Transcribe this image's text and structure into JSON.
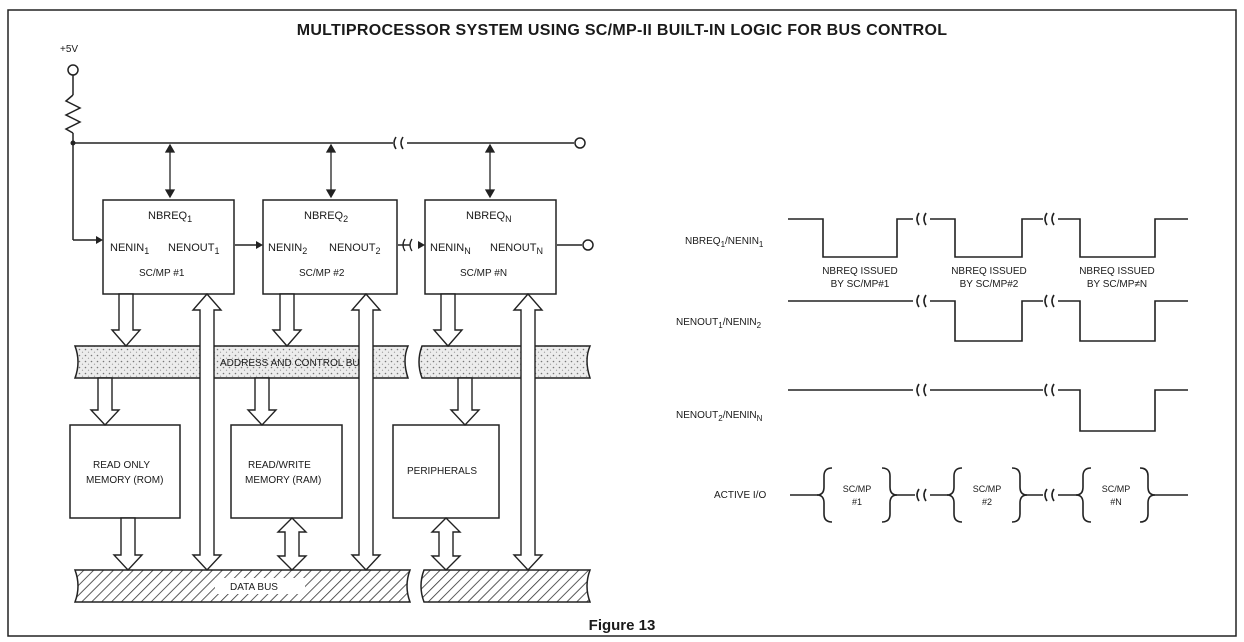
{
  "title": "MULTIPROCESSOR SYSTEM USING SC/MP-II BUILT-IN LOGIC FOR BUS CONTROL",
  "caption": "Figure 13",
  "supply": "+5V",
  "processors": [
    {
      "req": "NBREQ",
      "sub": "1",
      "enin": "NENIN",
      "enin_sub": "1",
      "enout": "NENOUT",
      "enout_sub": "1",
      "name": "SC/MP #1"
    },
    {
      "req": "NBREQ",
      "sub": "2",
      "enin": "NENIN",
      "enin_sub": "2",
      "enout": "NENOUT",
      "enout_sub": "2",
      "name": "SC/MP #2"
    },
    {
      "req": "NBREQ",
      "sub": "N",
      "enin": "NENIN",
      "enin_sub": "N",
      "enout": "NENOUT",
      "enout_sub": "N",
      "name": "SC/MP #N"
    }
  ],
  "buses": {
    "address": "ADDRESS AND CONTROL BUS",
    "data": "DATA BUS"
  },
  "memories": {
    "rom": [
      "READ ONLY",
      "MEMORY (ROM)"
    ],
    "ram": [
      "READ/WRITE",
      "MEMORY (RAM)"
    ],
    "peripherals": "PERIPHERALS"
  },
  "timing": {
    "signals": [
      {
        "a": "NBREQ",
        "a_sub": "1",
        "b": "NENIN",
        "b_sub": "1"
      },
      {
        "a": "NENOUT",
        "a_sub": "1",
        "b": "NENIN",
        "b_sub": "2"
      },
      {
        "a": "NENOUT",
        "a_sub": "2",
        "b": "NENIN",
        "b_sub": "N"
      }
    ],
    "notes": [
      [
        "NBREQ ISSUED",
        "BY SC/MP#1"
      ],
      [
        "NBREQ ISSUED",
        "BY SC/MP#2"
      ],
      [
        "NBREQ ISSUED",
        "BY SC/MP≠N"
      ]
    ],
    "active_label": "ACTIVE I/O",
    "active": [
      [
        "SC/MP",
        "#1"
      ],
      [
        "SC/MP",
        "#2"
      ],
      [
        "SC/MP",
        "#N"
      ]
    ]
  }
}
